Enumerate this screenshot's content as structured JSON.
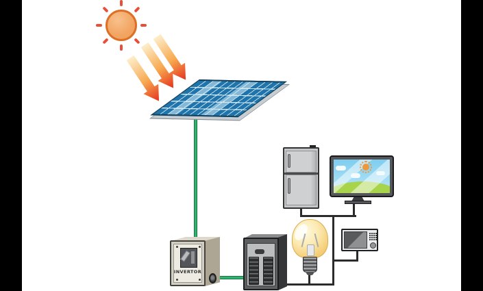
{
  "invertor": {
    "label": "INVERTOR"
  },
  "scene": {
    "background": "#ffffff",
    "pillarbox": "#000000",
    "description_names": [
      "sun",
      "sunlight-arrows",
      "solar-panel",
      "green-dc-cable",
      "invertor-box",
      "breaker-panel",
      "refrigerator",
      "television",
      "light-bulb",
      "microwave-oven"
    ]
  },
  "colors": {
    "sun_fill": "#f3a766",
    "sun_outline": "#db7026",
    "sun_ray": "#e74f38",
    "arrow_gradient": [
      "#fdeecb",
      "#f7a84f",
      "#e63f22"
    ],
    "panel_cell_blue": "#1e74ab",
    "panel_grid_line": "#cfe6f2",
    "panel_frame_gray": "#c7cdd1",
    "panel_border": "#15425e",
    "green_wire": "#2fb36d",
    "black_wire": "#2b2b2b",
    "invertor_body": "#d2cfc6",
    "breaker_body": "#5e5f61",
    "fridge_gray": "#c6c8ca",
    "tv_frame": "#56575a",
    "tv_sky": "#7ecdef",
    "tv_hill_green": "#a8d44b",
    "microwave_body": "#eceded",
    "bulb_yellow": "#f5d17c",
    "bulb_base_gray": "#a2a4a6"
  }
}
